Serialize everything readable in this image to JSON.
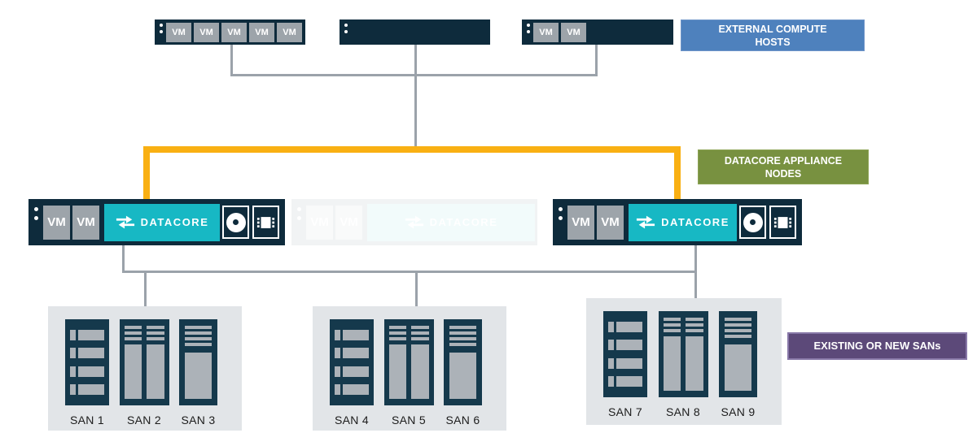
{
  "title": "DataCore appliance nodes architecture diagram",
  "colors": {
    "navy": "#0e2b3c",
    "teal": "#17b8c4",
    "yellow_link": "#f9b013",
    "gray_link": "#9ba2aa",
    "vm_chip_gray": "#9da4aa",
    "san_panel_gray": "#e2e5e8",
    "blue_callout": "#4e81bd",
    "green_callout": "#789140",
    "purple_callout": "#5c4979"
  },
  "vm_label": "VM",
  "datacore_label": "DATACORE",
  "callouts": {
    "external_compute_hosts": {
      "line1": "EXTERNAL COMPUTE",
      "line2": "HOSTS"
    },
    "datacore_appliance_nodes": {
      "line1": "DATACORE APPLIANCE",
      "line2": "NODES"
    },
    "existing_or_new_sans": {
      "text": "EXISTING OR NEW SANs"
    }
  },
  "hosts": [
    {
      "id": "host-1",
      "vm_count": 5
    },
    {
      "id": "host-2",
      "vm_count": 0
    },
    {
      "id": "host-3",
      "vm_count": 2
    }
  ],
  "san_groups": [
    {
      "sans": [
        "SAN 1",
        "SAN 2",
        "SAN 3"
      ]
    },
    {
      "sans": [
        "SAN 4",
        "SAN 5",
        "SAN 6"
      ]
    },
    {
      "sans": [
        "SAN 7",
        "SAN 8",
        "SAN 9"
      ]
    }
  ]
}
